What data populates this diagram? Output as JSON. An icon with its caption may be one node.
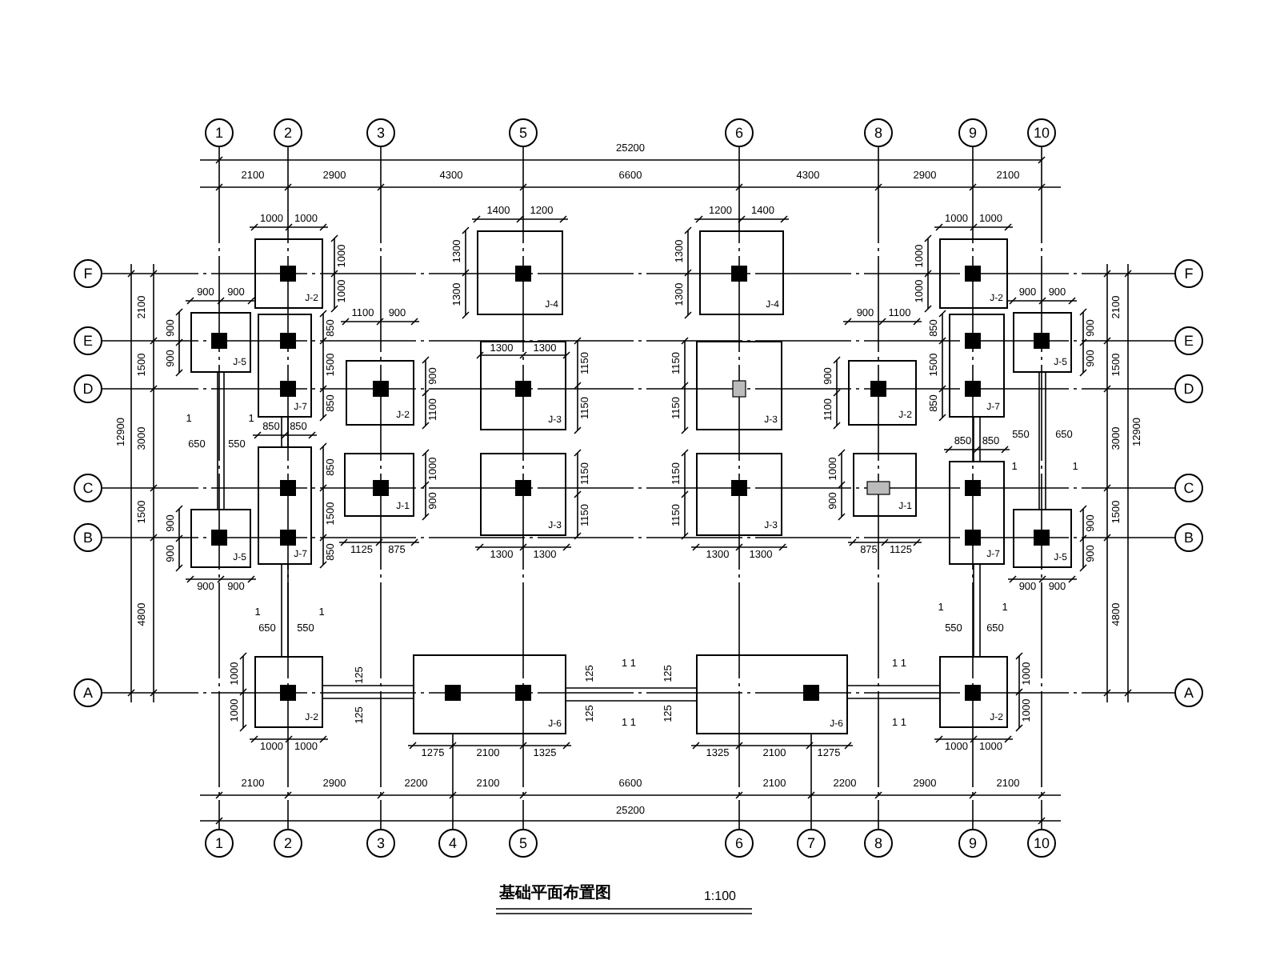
{
  "diagram": {
    "title": "基础平面布置图",
    "nodes": [
      {
        "text": [
          "1"
        ]
      },
      {
        "text": [
          "2"
        ]
      },
      {
        "text": [
          "3"
        ]
      },
      {
        "text": [
          "5"
        ]
      },
      {
        "text": [
          "6"
        ]
      },
      {
        "text": [
          "8"
        ]
      },
      {
        "text": [
          "9"
        ]
      },
      {
        "text": [
          "10"
        ]
      },
      {
        "text": [
          "F"
        ]
      },
      {
        "text": [
          "E"
        ]
      },
      {
        "text": [
          "D"
        ]
      },
      {
        "text": [
          "C"
        ]
      },
      {
        "text": [
          "B"
        ]
      },
      {
        "text": [
          "A"
        ]
      },
      {
        "text": [
          "F"
        ]
      },
      {
        "text": [
          "E"
        ]
      },
      {
        "text": [
          "D"
        ]
      },
      {
        "text": [
          "C"
        ]
      },
      {
        "text": [
          "B"
        ]
      },
      {
        "text": [
          "A"
        ]
      },
      {
        "text": [
          "J-2"
        ],
        "beside": [
          "1000",
          "1000",
          "1000",
          "1000"
        ]
      },
      {
        "text": [
          "J-4"
        ],
        "beside": [
          "1400",
          "1200",
          "1300",
          "1300"
        ]
      },
      {
        "text": [
          "J-4"
        ],
        "beside": [
          "1200",
          "1400",
          "1300",
          "1300"
        ]
      },
      {
        "text": [
          "J-2"
        ],
        "beside": [
          "1000",
          "1000",
          "1000",
          "1000"
        ]
      },
      {
        "text": [
          "J-5"
        ],
        "beside": [
          "900",
          "900",
          "900",
          "900"
        ]
      },
      {
        "text": [
          "J-7"
        ],
        "beside": [
          "850",
          "1500",
          "850"
        ]
      },
      {
        "text": [
          "J-5"
        ],
        "beside": [
          "900",
          "900",
          "900",
          "900"
        ]
      },
      {
        "text": [
          "J-7"
        ],
        "beside": [
          "850",
          "1500",
          "850"
        ]
      },
      {
        "text": [
          "J-3"
        ],
        "beside": [
          "1150",
          "1150"
        ]
      },
      {
        "text": [
          "J-3"
        ],
        "beside": [
          "1150",
          "1150"
        ]
      },
      {
        "text": [
          "J-2"
        ],
        "beside": [
          "1100",
          "900",
          "900",
          "1100"
        ]
      },
      {
        "text": [
          "J-2"
        ],
        "beside": [
          "900",
          "1100",
          "900",
          "1100"
        ]
      },
      {
        "text": [
          "J-1"
        ],
        "beside": [
          "1125",
          "875",
          "1000",
          "900"
        ]
      },
      {
        "text": [
          "J-3"
        ],
        "beside": [
          "1300",
          "1300",
          "1150",
          "1150"
        ]
      },
      {
        "text": [
          "J-3"
        ],
        "beside": [
          "1300",
          "1300",
          "1150",
          "1150"
        ]
      },
      {
        "text": [
          "J-1"
        ],
        "beside": [
          "875",
          "1125",
          "1000",
          "900"
        ]
      },
      {
        "text": [
          "J-7"
        ],
        "beside": [
          "850",
          "850",
          "850",
          "1500",
          "850"
        ]
      },
      {
        "text": [
          "J-7"
        ],
        "beside": [
          "850",
          "850"
        ]
      },
      {
        "text": [
          "J-5"
        ],
        "beside": [
          "900",
          "900",
          "900",
          "900"
        ]
      },
      {
        "text": [
          "J-5"
        ],
        "beside": [
          "900",
          "900",
          "900",
          "900"
        ]
      },
      {
        "text": [
          "J-2"
        ],
        "beside": [
          "1000",
          "1000",
          "1000",
          "1000"
        ]
      },
      {
        "text": [
          "J-6"
        ],
        "beside": [
          "1275",
          "2100",
          "1325"
        ]
      },
      {
        "text": [
          "J-6"
        ],
        "beside": [
          "1325",
          "2100",
          "1275"
        ]
      },
      {
        "text": [
          "J-2"
        ],
        "beside": [
          "1000",
          "1000",
          "1000",
          "1000"
        ]
      },
      {
        "text": [
          "1"
        ]
      },
      {
        "text": [
          "2"
        ]
      },
      {
        "text": [
          "3"
        ]
      },
      {
        "text": [
          "4"
        ]
      },
      {
        "text": [
          "5"
        ]
      },
      {
        "text": [
          "6"
        ]
      },
      {
        "text": [
          "7"
        ]
      },
      {
        "text": [
          "8"
        ]
      },
      {
        "text": [
          "9"
        ]
      },
      {
        "text": [
          "10"
        ]
      }
    ],
    "edges": [
      {
        "from": 24,
        "to": 38,
        "arrow": "none"
      },
      {
        "from": 25,
        "to": 36,
        "arrow": "none"
      },
      {
        "from": 36,
        "to": 40,
        "arrow": "none"
      },
      {
        "from": 26,
        "to": 39,
        "arrow": "none"
      },
      {
        "from": 27,
        "to": 37,
        "arrow": "none"
      },
      {
        "from": 37,
        "to": 43,
        "arrow": "none"
      },
      {
        "from": 40,
        "to": 41,
        "arrow": "none"
      },
      {
        "from": 41,
        "to": 42,
        "arrow": "none"
      },
      {
        "from": 42,
        "to": 43,
        "arrow": "none"
      }
    ],
    "labels": [
      "25200",
      "2100",
      "2900",
      "4300",
      "6600",
      "4300",
      "2900",
      "2100",
      "2100",
      "2900",
      "2200",
      "2100",
      "6600",
      "2100",
      "2200",
      "2900",
      "2100",
      "25200",
      "12900",
      "2100",
      "1500",
      "3000",
      "1500",
      "4800",
      "12900",
      "2100",
      "1500",
      "3000",
      "1500",
      "4800",
      "1",
      "1",
      "650",
      "550",
      "1",
      "1",
      "650",
      "550",
      "125",
      "125",
      "1 1",
      "1 1",
      "125",
      "125",
      "125",
      "125",
      "1 1",
      "1 1",
      "1",
      "1",
      "550",
      "650",
      "1",
      "1",
      "550",
      "650",
      "1:100",
      "1300",
      "1300"
    ]
  }
}
